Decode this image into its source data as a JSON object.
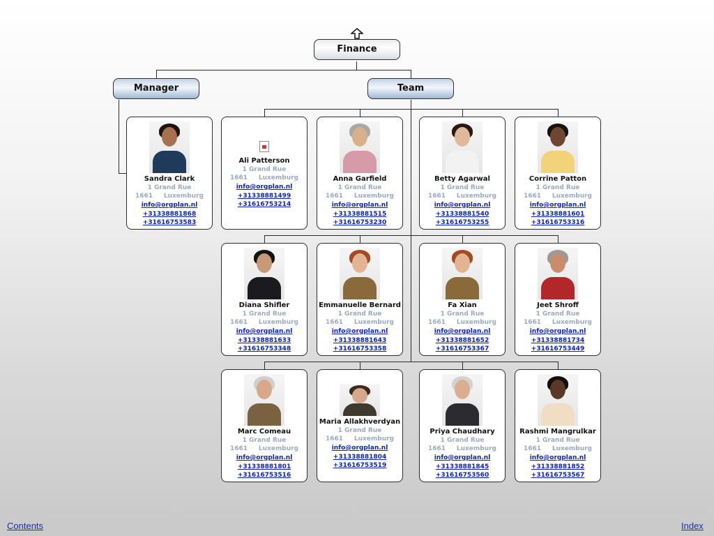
{
  "root": {
    "label": "Finance"
  },
  "groups": {
    "manager": "Manager",
    "team": "Team"
  },
  "people": [
    {
      "id": "sandra",
      "name": "Sandra Clark",
      "street": "1 Grand Rue",
      "zip": "1661",
      "city": "Luxemburg",
      "email": "info@orgplan.nl",
      "phone1": "+31338881868",
      "phone2": "+31616753583",
      "skin": "#a9704f",
      "hair": "#1d1410",
      "shirt": "#1f3a5a",
      "photo": true
    },
    {
      "id": "ali",
      "name": "Ali Patterson",
      "street": "1 Grand Rue",
      "zip": "1661",
      "city": "Luxemburg",
      "email": "info@orgplan.nl",
      "phone1": "+31338881499",
      "phone2": "+31616753214",
      "photo": false
    },
    {
      "id": "anna",
      "name": "Anna Garfield",
      "street": "1 Grand Rue",
      "zip": "1661",
      "city": "Luxemburg",
      "email": "info@orgplan.nl",
      "phone1": "+31338881515",
      "phone2": "+31616753230",
      "skin": "#d8b08a",
      "hair": "#a8a8a8",
      "shirt": "#d69aa8",
      "photo": true
    },
    {
      "id": "betty",
      "name": "Betty Agarwal",
      "street": "1 Grand Rue",
      "zip": "1661",
      "city": "Luxemburg",
      "email": "info@orgplan.nl",
      "phone1": "+31338881540",
      "phone2": "+31616753255",
      "skin": "#e0b89a",
      "hair": "#2a1a12",
      "shirt": "#f2f2f2",
      "photo": true
    },
    {
      "id": "corrine",
      "name": "Corrine Patton",
      "street": "1 Grand Rue",
      "zip": "1661",
      "city": "Luxemburg",
      "email": "info@orgplan.nl",
      "phone1": "+31338881601",
      "phone2": "+31616753316",
      "skin": "#6e4632",
      "hair": "#1a1210",
      "shirt": "#f2d37a",
      "photo": true
    },
    {
      "id": "diana",
      "name": "Diana Shifler",
      "street": "1 Grand Rue",
      "zip": "1661",
      "city": "Luxemburg",
      "email": "info@orgplan.nl",
      "phone1": "+31338881633",
      "phone2": "+31616753348",
      "skin": "#c69a78",
      "hair": "#16120f",
      "shirt": "#1b1b1f",
      "photo": true
    },
    {
      "id": "emmanuelle",
      "name": "Emmanuelle Bernard",
      "street": "1 Grand Rue",
      "zip": "1661",
      "city": "Luxemburg",
      "email": "info@orgplan.nl",
      "phone1": "+31338881643",
      "phone2": "+31616753358",
      "skin": "#e2b494",
      "hair": "#a64a22",
      "shirt": "#8a6a3a",
      "photo": true
    },
    {
      "id": "fa",
      "name": "Fa Xian",
      "street": "1 Grand Rue",
      "zip": "1661",
      "city": "Luxemburg",
      "email": "info@orgplan.nl",
      "phone1": "+31338881652",
      "phone2": "+31616753367",
      "skin": "#e2b494",
      "hair": "#a64a22",
      "shirt": "#8a6a3a",
      "photo": true
    },
    {
      "id": "jeet",
      "name": "Jeet Shroff",
      "street": "1 Grand Rue",
      "zip": "1661",
      "city": "Luxemburg",
      "email": "info@orgplan.nl",
      "phone1": "+31338881734",
      "phone2": "+31616753449",
      "skin": "#c98c6c",
      "hair": "#9a9a9a",
      "shirt": "#b2282a",
      "photo": true
    },
    {
      "id": "marc",
      "name": "Marc Comeau",
      "street": "1 Grand Rue",
      "zip": "1661",
      "city": "Luxemburg",
      "email": "info@orgplan.nl",
      "phone1": "+31338881801",
      "phone2": "+31616753516",
      "skin": "#d7a98a",
      "hair": "#cfcfcf",
      "shirt": "#7a6240",
      "photo": true
    },
    {
      "id": "maria",
      "name": "Maria Allakhverdyan",
      "street": "1 Grand Rue",
      "zip": "1661",
      "city": "Luxemburg",
      "email": "info@orgplan.nl",
      "phone1": "+31338881804",
      "phone2": "+31616753519",
      "skin": "#d7a98a",
      "hair": "#3a2a20",
      "shirt": "#3d3a2e",
      "photo": true,
      "small": true
    },
    {
      "id": "priya",
      "name": "Priya Chaudhary",
      "street": "1 Grand Rue",
      "zip": "1661",
      "city": "Luxemburg",
      "email": "info@orgplan.nl",
      "phone1": "+31338881845",
      "phone2": "+31616753560",
      "skin": "#dcae90",
      "hair": "#d2d2d2",
      "shirt": "#2b2b30",
      "photo": true
    },
    {
      "id": "rashmi",
      "name": "Rashmi Mangrulkar",
      "street": "1 Grand Rue",
      "zip": "1661",
      "city": "Luxemburg",
      "email": "info@orgplan.nl",
      "phone1": "+31338881852",
      "phone2": "+31616753567",
      "skin": "#5a3826",
      "hair": "#120c0a",
      "shirt": "#f1dcc4",
      "photo": true
    }
  ],
  "footer": {
    "contents": "Contents",
    "index": "Index"
  }
}
